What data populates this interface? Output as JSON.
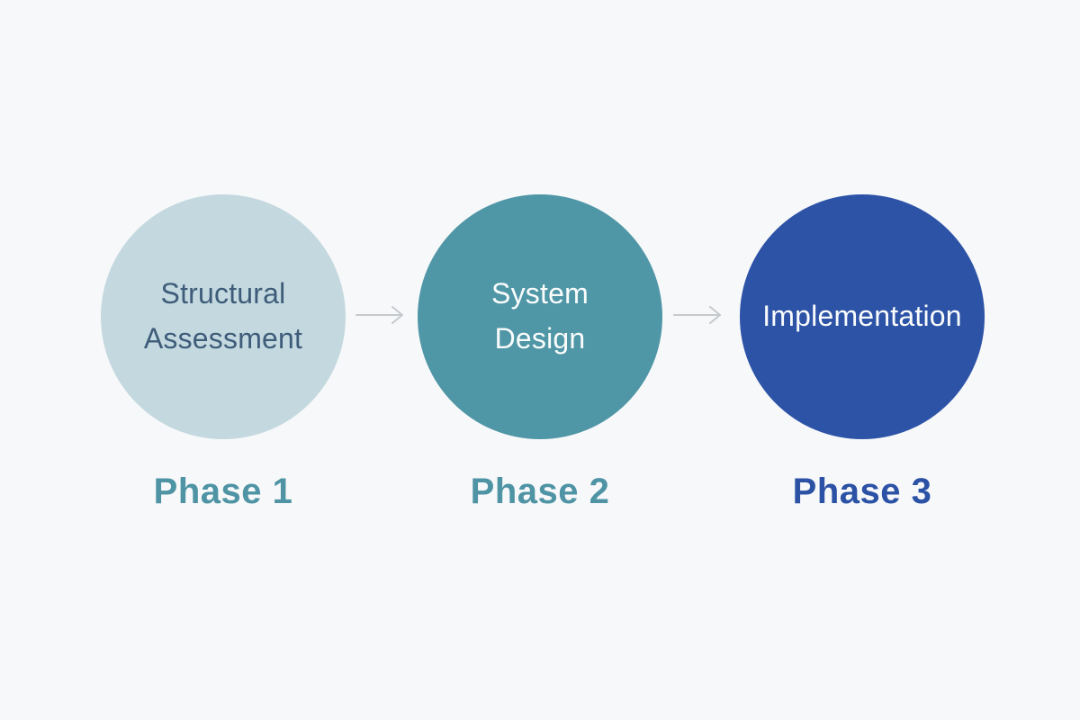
{
  "background_color": "#f7f8fa",
  "arrow_color": "#c5c9cd",
  "phases": [
    {
      "circle_label": "Structural\nAssessment",
      "phase_label": "Phase 1",
      "circle_color": "#c4d9df",
      "circle_text_color": "#3e5c7a",
      "phase_label_color": "#4f94a4"
    },
    {
      "circle_label": "System\nDesign",
      "phase_label": "Phase 2",
      "circle_color": "#4f96a6",
      "circle_text_color": "#fafcfc",
      "phase_label_color": "#4f94a4"
    },
    {
      "circle_label": "Implementation",
      "phase_label": "Phase 3",
      "circle_color": "#2d53a7",
      "circle_text_color": "#fafcfc",
      "phase_label_color": "#2c52a5"
    }
  ]
}
